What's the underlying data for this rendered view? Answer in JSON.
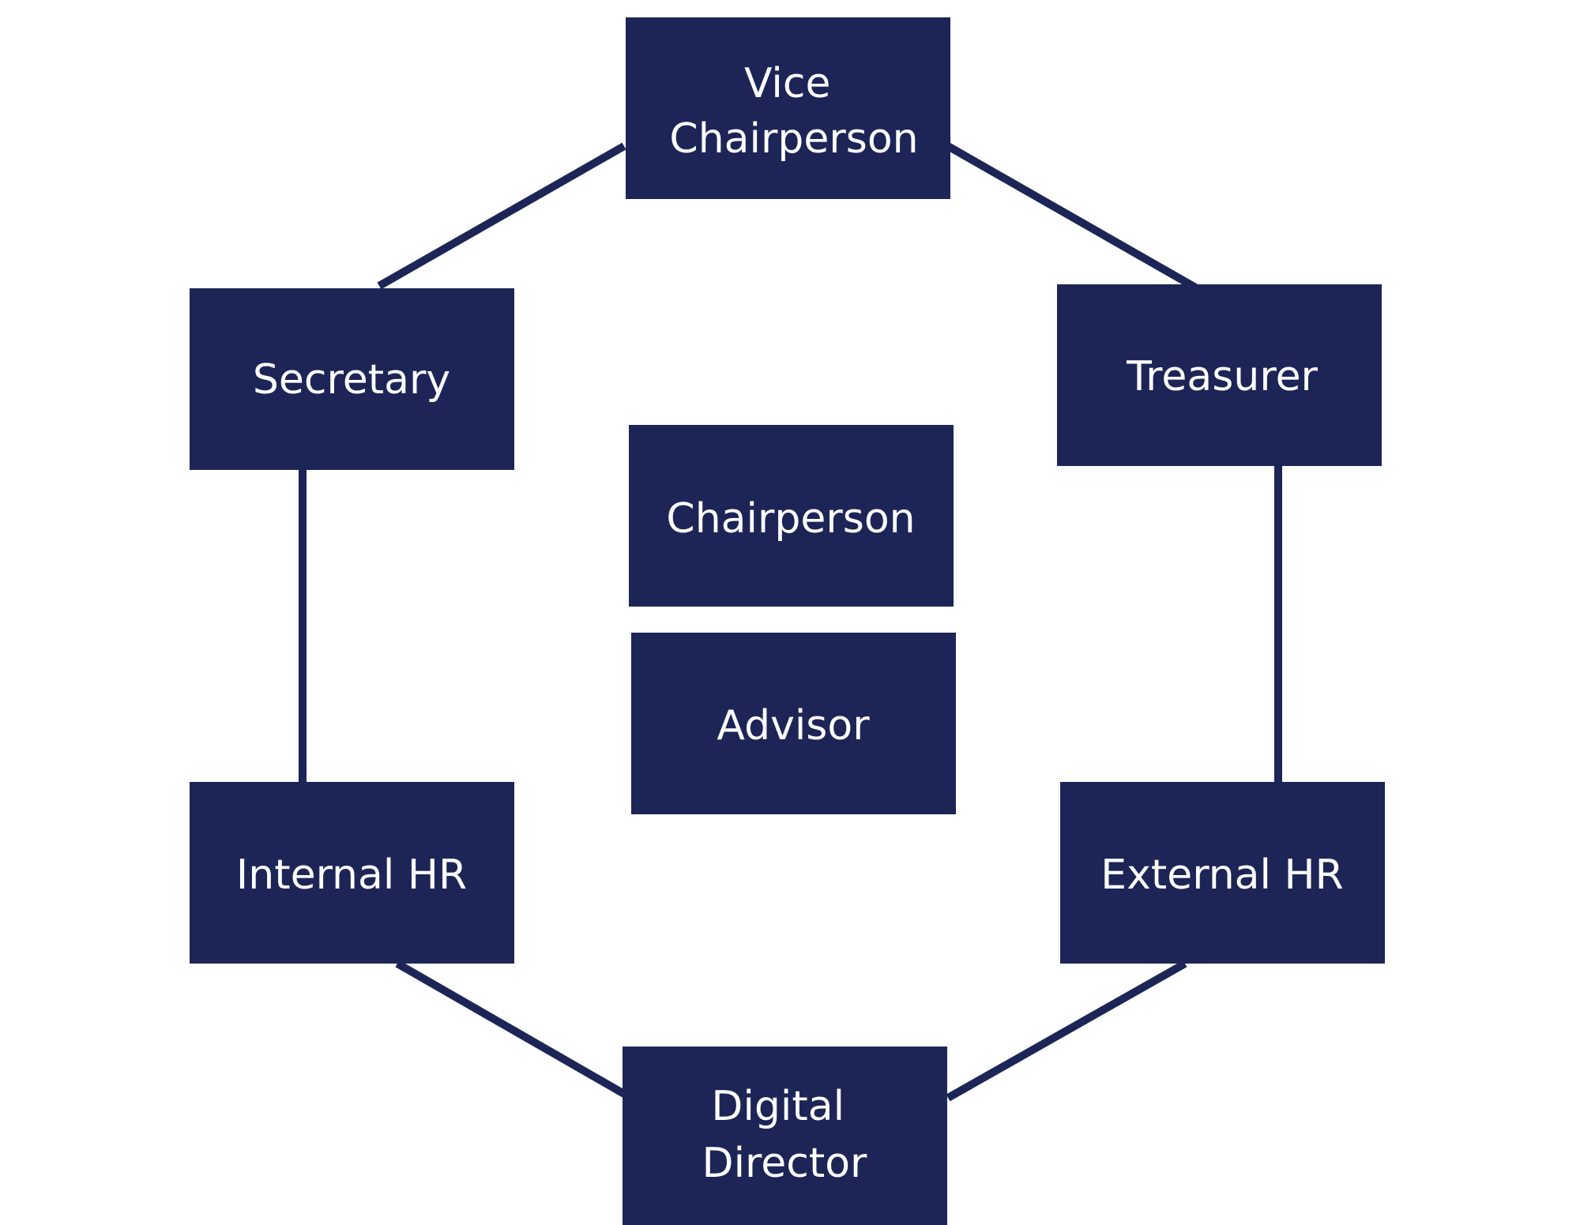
{
  "diagram": {
    "roles": {
      "vice_chairperson": [
        "Vice",
        "Chairperson"
      ],
      "secretary": [
        "Secretary"
      ],
      "treasurer": [
        "Treasurer"
      ],
      "chairperson": [
        "Chairperson"
      ],
      "advisor": [
        "Advisor"
      ],
      "internal_hr": [
        "Internal HR"
      ],
      "external_hr": [
        "External HR"
      ],
      "digital_director": [
        "Digital",
        "Director"
      ]
    }
  },
  "colors": {
    "box_fill": "#1d2557",
    "connector": "#1d2557",
    "label_text": "#ffffff",
    "background": "#ffffff"
  }
}
